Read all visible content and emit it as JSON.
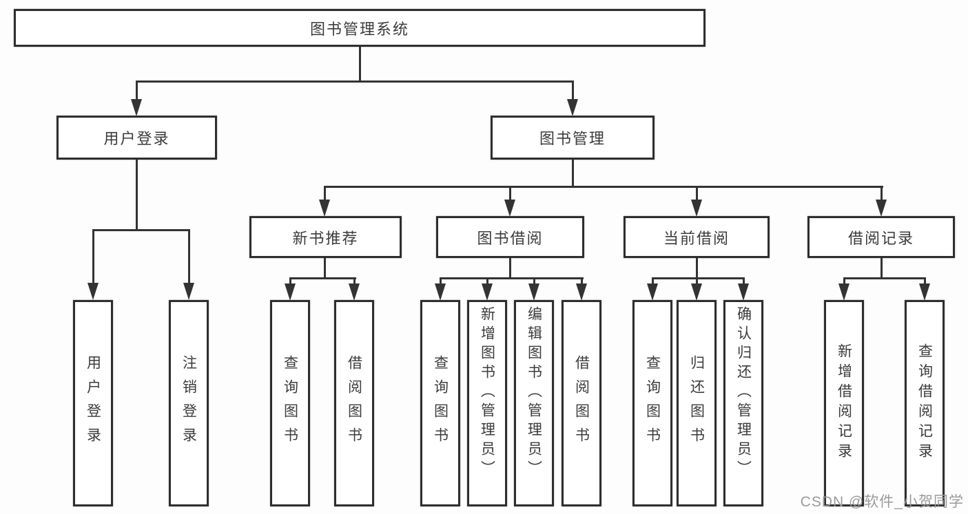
{
  "diagram": {
    "root": {
      "label": "图书管理系统"
    },
    "branches": {
      "user_login": {
        "label": "用户登录",
        "children": [
          {
            "label": "用户登录"
          },
          {
            "label": "注销登录"
          }
        ]
      },
      "book_management": {
        "label": "图书管理",
        "sections": [
          {
            "label": "新书推荐",
            "children": [
              {
                "label": "查询图书"
              },
              {
                "label": "借阅图书"
              }
            ]
          },
          {
            "label": "图书借阅",
            "children": [
              {
                "label": "查询图书"
              },
              {
                "label": "新增图书（管理员）"
              },
              {
                "label": "编辑图书（管理员）"
              },
              {
                "label": "借阅图书"
              }
            ]
          },
          {
            "label": "当前借阅",
            "children": [
              {
                "label": "查询图书"
              },
              {
                "label": "归还图书"
              },
              {
                "label": "确认归还（管理员）"
              }
            ]
          },
          {
            "label": "借阅记录",
            "children": [
              {
                "label": "新增借阅记录"
              },
              {
                "label": "查询借阅记录"
              }
            ]
          }
        ]
      }
    }
  },
  "watermark": {
    "text": "CSDN @软件_小贺同学"
  }
}
